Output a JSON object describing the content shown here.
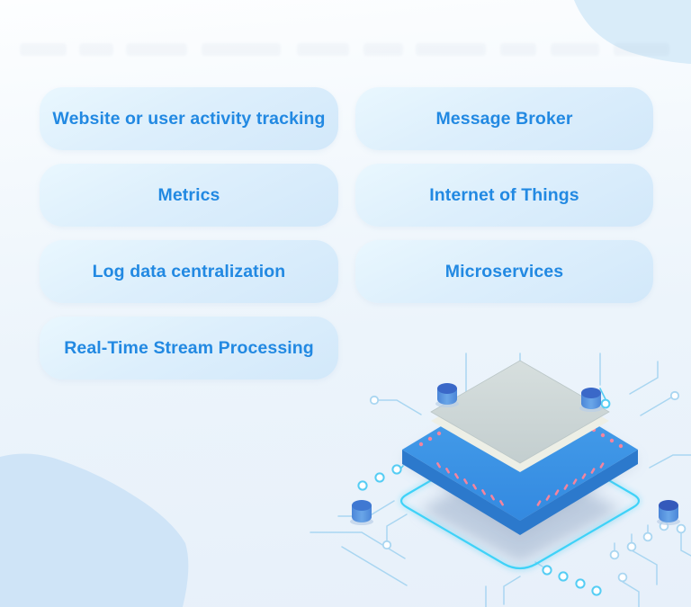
{
  "cards": {
    "left": [
      {
        "label": "Website or user activity tracking"
      },
      {
        "label": "Metrics"
      },
      {
        "label": "Log data centralization"
      },
      {
        "label": "Real-Time Stream Processing"
      }
    ],
    "right": [
      {
        "label": "Message Broker"
      },
      {
        "label": "Internet of Things"
      },
      {
        "label": "Microservices"
      }
    ]
  },
  "colors": {
    "card_background": "#ddeffc",
    "card_text": "#2289e2",
    "corner_blob": "#d9ecf9",
    "bottom_blob": "#cfe4f7",
    "trace_light": "#a9d6f1",
    "trace_bright": "#55cdf4",
    "socket_glow": "#3fd2f8",
    "pcb_top": "#3e97e8",
    "pcb_side": "#2c79cc",
    "pin": "#f4849e",
    "spreader_plate": "#ccd6d6",
    "spreader_bevel": "#edefe6",
    "stud_top": "#3a68c8",
    "stud_body": "#5795e0"
  },
  "illustration": {
    "name": "isometric-cpu-circuit"
  }
}
